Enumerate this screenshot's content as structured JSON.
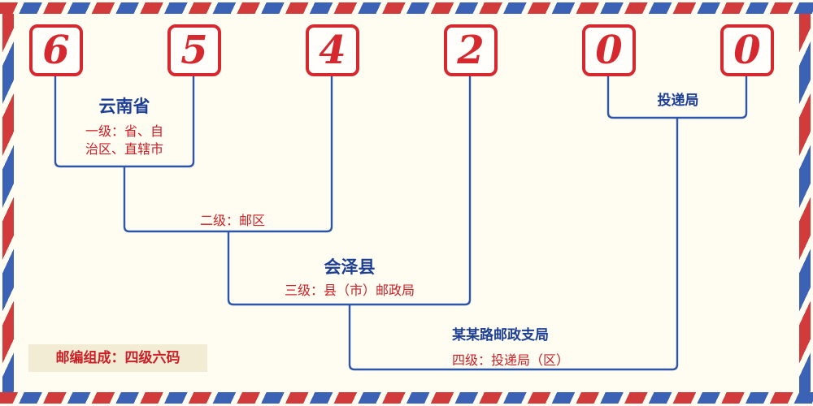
{
  "postal_code": {
    "digits": [
      "6",
      "5",
      "4",
      "2",
      "0",
      "0"
    ]
  },
  "labels": {
    "level1_place": "云南省",
    "level1_desc_line1": "一级：省、自",
    "level1_desc_line2": "治区、直辖市",
    "level2_desc": "二级：邮区",
    "level3_place": "会泽县",
    "level3_desc": "三级：县（市）邮政局",
    "level4_place": "某某路邮政支局",
    "level4_desc": "四级：投递局（区）",
    "delivery_label": "投递局",
    "footer_note": "邮编组成：四级六码"
  },
  "colors": {
    "digit_red": "#d5292f",
    "line_blue": "#2d56a8",
    "label_blue": "#1d3e95",
    "label_red": "#cc1f26",
    "stripe_red": "#d23b3b",
    "stripe_blue": "#3b62b5",
    "background": "#fffdf2",
    "note_chip_bg": "#f2ecd5"
  }
}
